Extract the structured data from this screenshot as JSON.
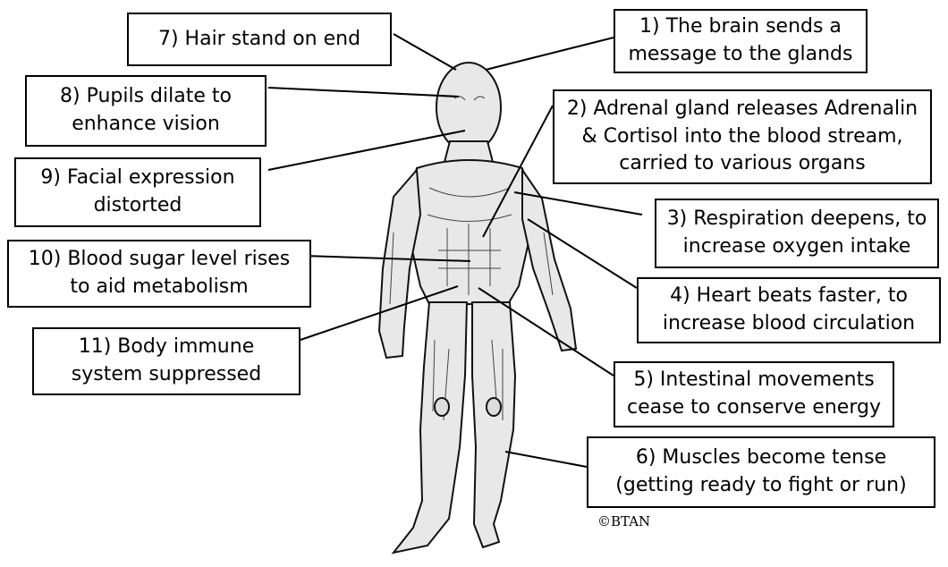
{
  "labels": [
    {
      "id": "brain-message",
      "text": "1) The brain sends a\nmessage to the glands"
    },
    {
      "id": "adrenal",
      "text": "2) Adrenal gland releases Adrenalin\n& Cortisol into the blood stream,\ncarried to various organs"
    },
    {
      "id": "respiration",
      "text": "3) Respiration deepens, to\nincrease oxygen intake"
    },
    {
      "id": "heart",
      "text": "4) Heart beats faster, to\nincrease blood circulation"
    },
    {
      "id": "intestinal",
      "text": "5) Intestinal movements\ncease to conserve energy"
    },
    {
      "id": "muscles",
      "text": "6) Muscles become tense\n(getting ready to fight or run)"
    },
    {
      "id": "hair",
      "text": "7) Hair stand on end"
    },
    {
      "id": "pupils",
      "text": "8) Pupils dilate to\nenhance vision"
    },
    {
      "id": "facial",
      "text": "9) Facial expression\ndistorted"
    },
    {
      "id": "blood-sugar",
      "text": "10) Blood sugar level rises\nto aid metabolism"
    },
    {
      "id": "immune",
      "text": "11) Body immune\nsystem suppressed"
    }
  ],
  "copyright": "©BTAN",
  "colors": {
    "line": "#000000",
    "box_border": "#000000",
    "background": "#ffffff",
    "figure": "#e6e6e6"
  }
}
